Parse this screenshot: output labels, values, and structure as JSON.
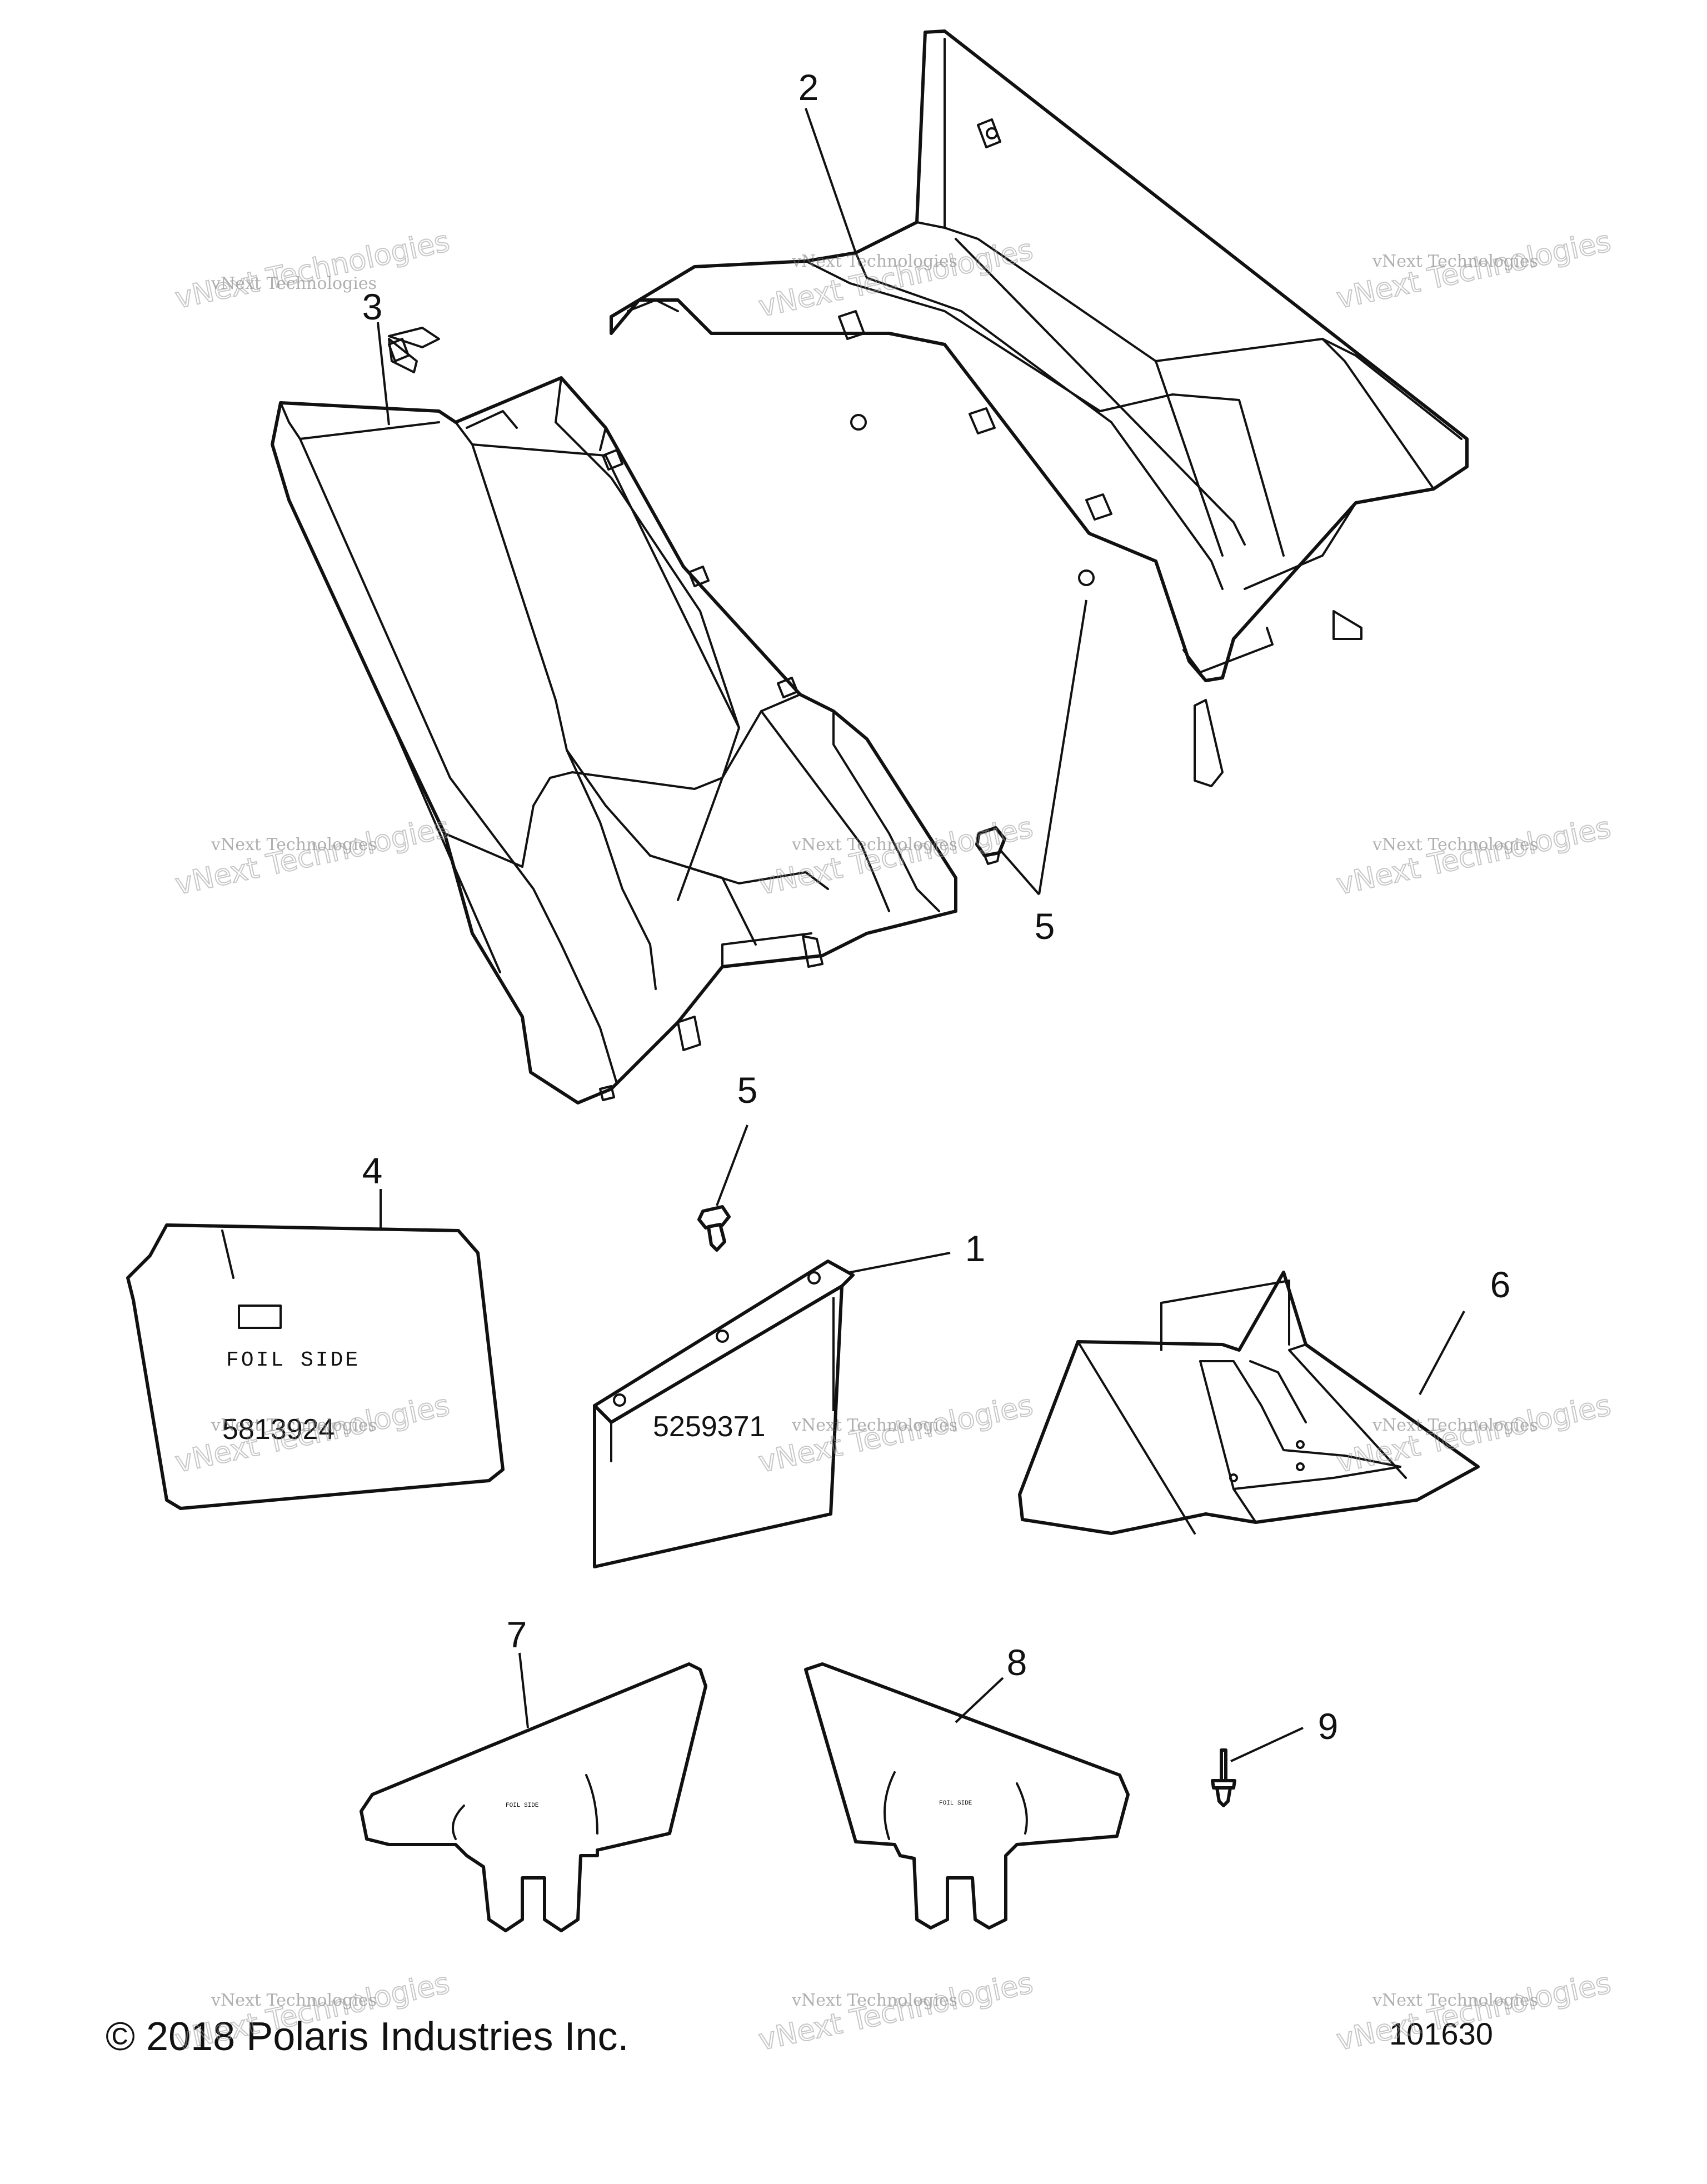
{
  "callouts": {
    "c1": "1",
    "c2": "2",
    "c3": "3",
    "c4": "4",
    "c5a": "5",
    "c5b": "5",
    "c6": "6",
    "c7": "7",
    "c8": "8",
    "c9": "9"
  },
  "part_labels": {
    "part1_number": "5259371",
    "part4_number": "5813924",
    "part4_decal": "FOIL SIDE",
    "part7_decal": "FOIL SIDE",
    "part8_decal": "FOIL SIDE"
  },
  "footer": {
    "copyright": "© 2018 Polaris Industries Inc.",
    "figure_number": "101630"
  },
  "watermark": {
    "line1": "vNext Technologies",
    "line2": "vNext Technologies"
  },
  "colors": {
    "line": "#111111",
    "background": "#ffffff",
    "watermark": "#9a9a9a"
  }
}
